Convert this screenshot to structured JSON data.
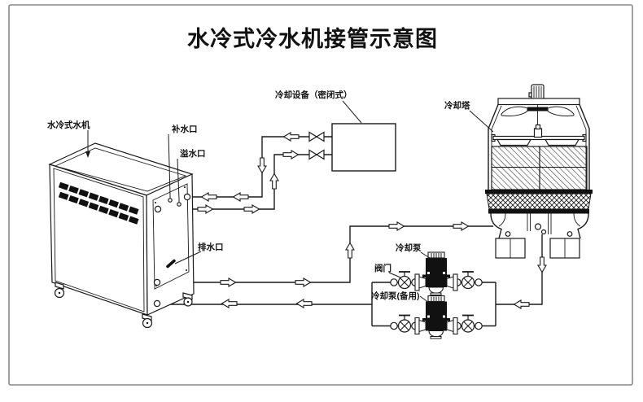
{
  "title": "水冷式冷水机接管示意图",
  "diagram": {
    "type": "piping-schematic",
    "labels": {
      "chiller": "水冷式水机",
      "makeup_port": "补水口",
      "overflow_port": "溢水口",
      "drain_port": "排水口",
      "cooling_equipment": "冷却设备（密闭式）",
      "cooling_tower": "冷却塔",
      "cooling_pump": "冷却泵",
      "valve": "阀门",
      "backup_pump": "冷却泵(备用)"
    },
    "colors": {
      "line": "#1a1a1a",
      "background": "#ffffff",
      "frame": "#888888"
    }
  }
}
